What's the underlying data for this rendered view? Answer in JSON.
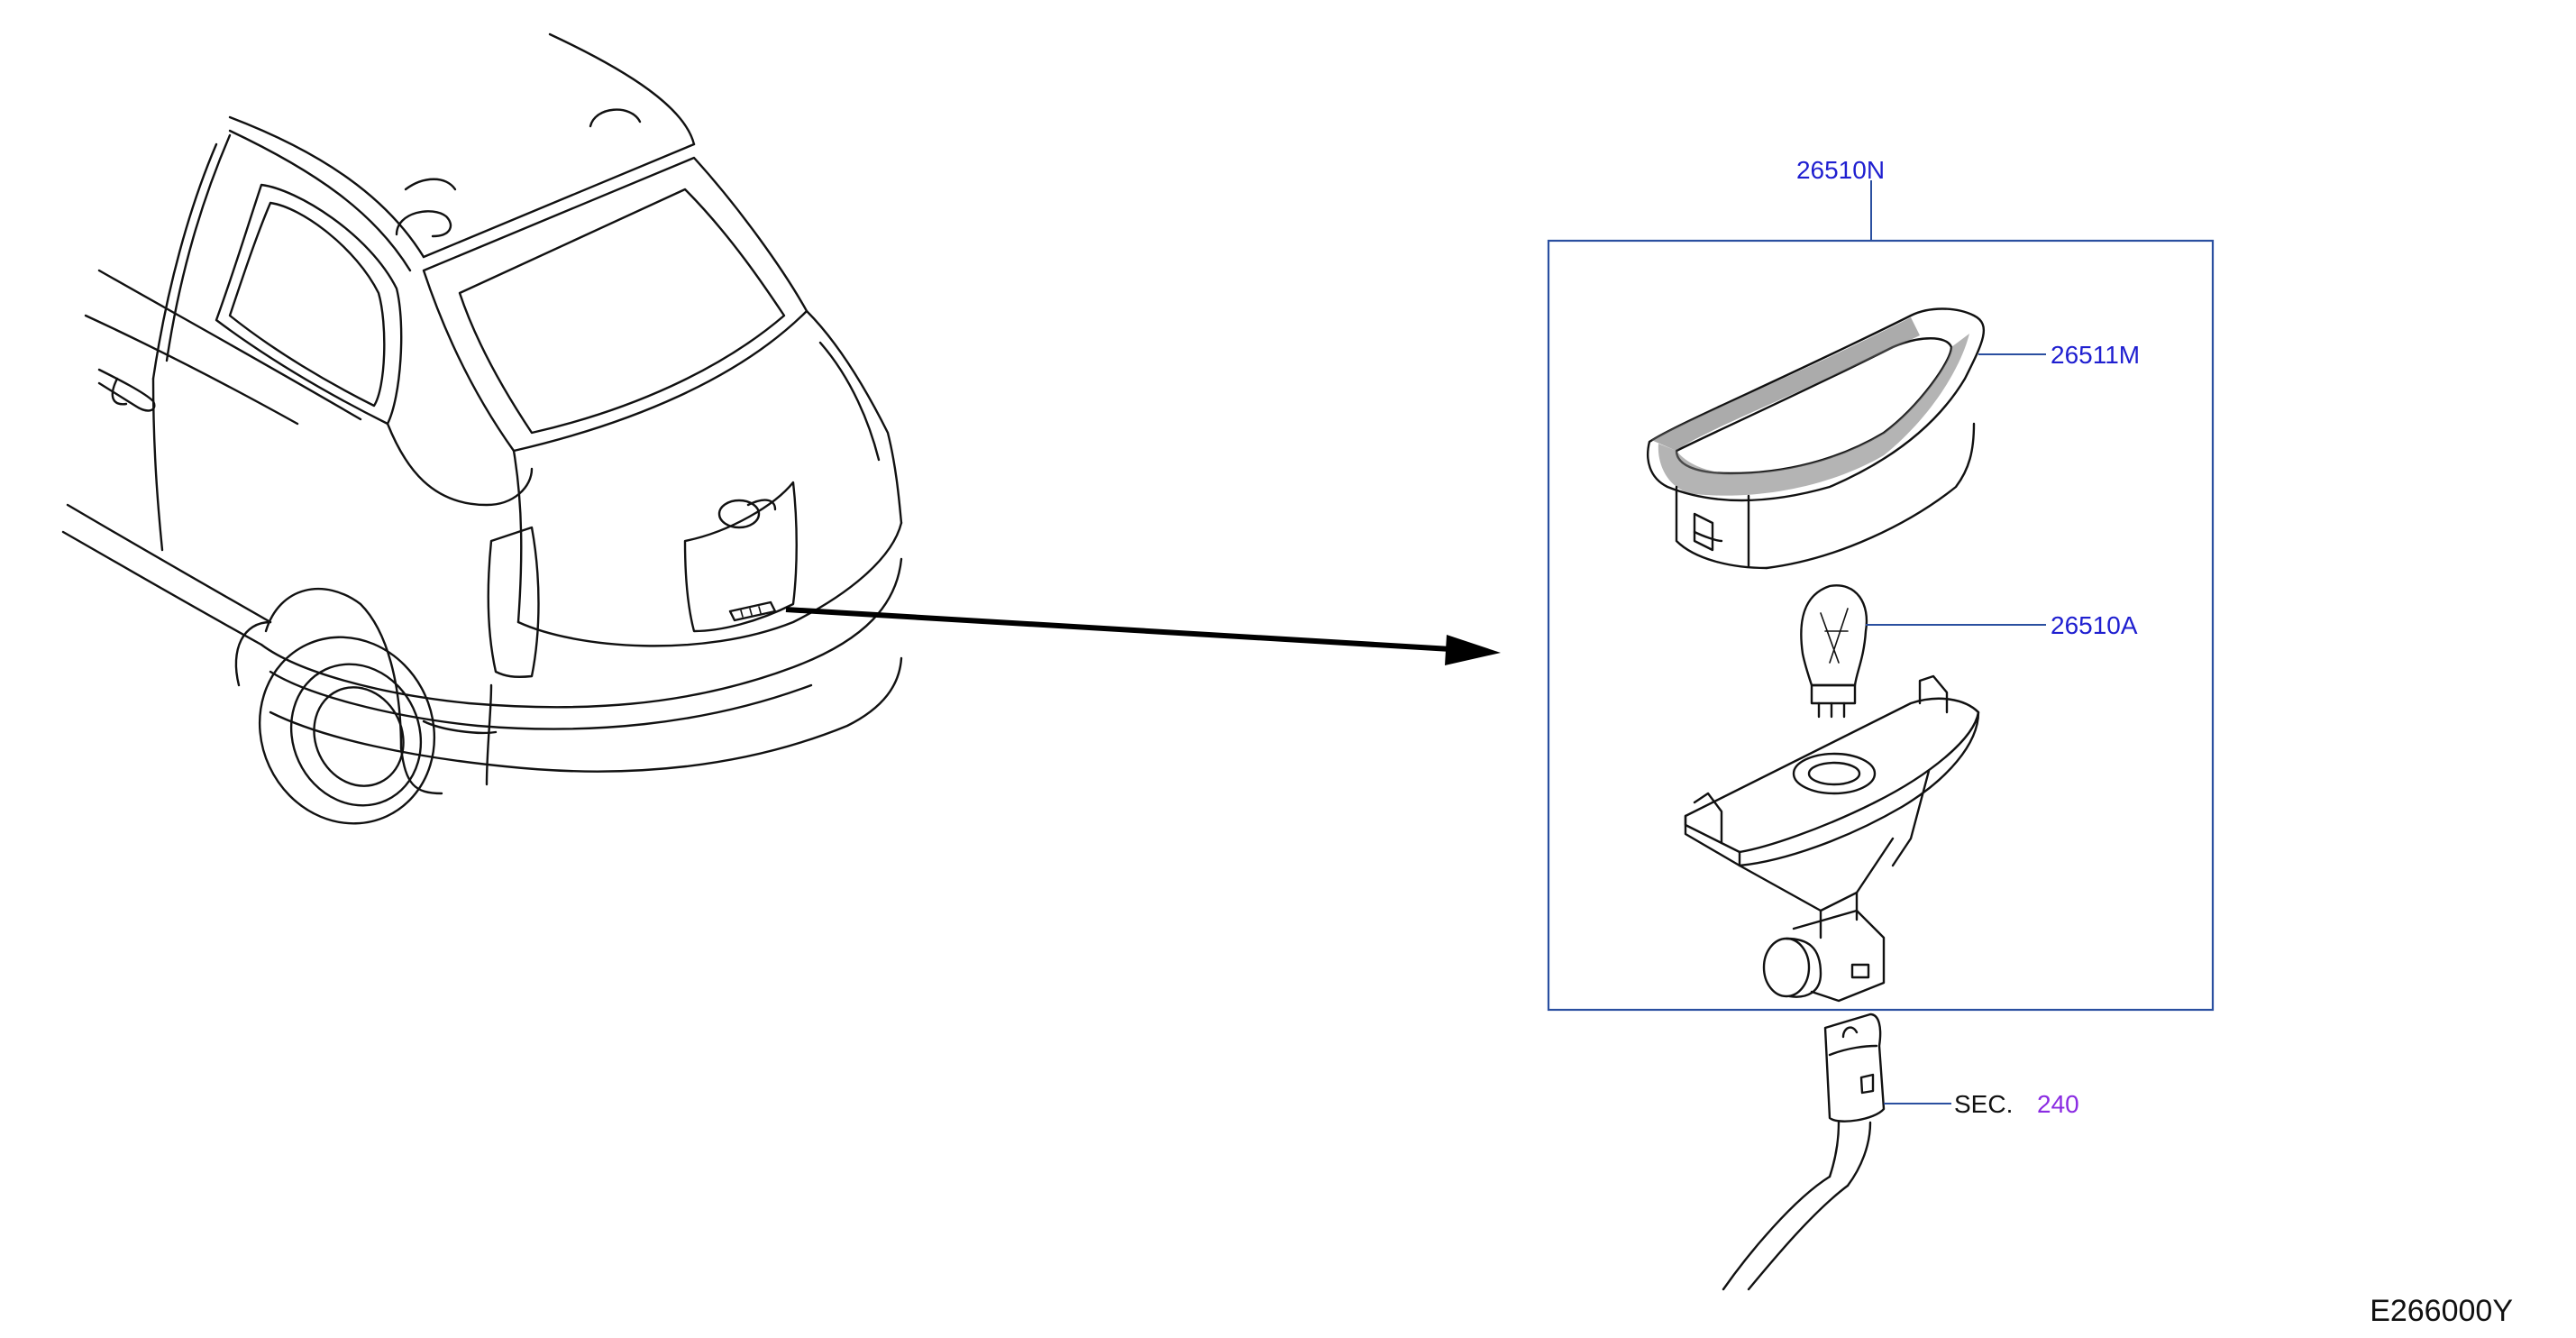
{
  "parts": {
    "assembly": {
      "number": "26510N"
    },
    "lens": {
      "number": "26511M"
    },
    "bulb": {
      "number": "26510A"
    },
    "connector": {
      "prefix": "SEC.",
      "section": "240"
    }
  },
  "diagram_code": "E266000Y",
  "colors": {
    "part_number": "#1f1fd0",
    "section_ref": "#8a2be2",
    "leader": "#2a4fa0",
    "line_art": "#111111"
  }
}
